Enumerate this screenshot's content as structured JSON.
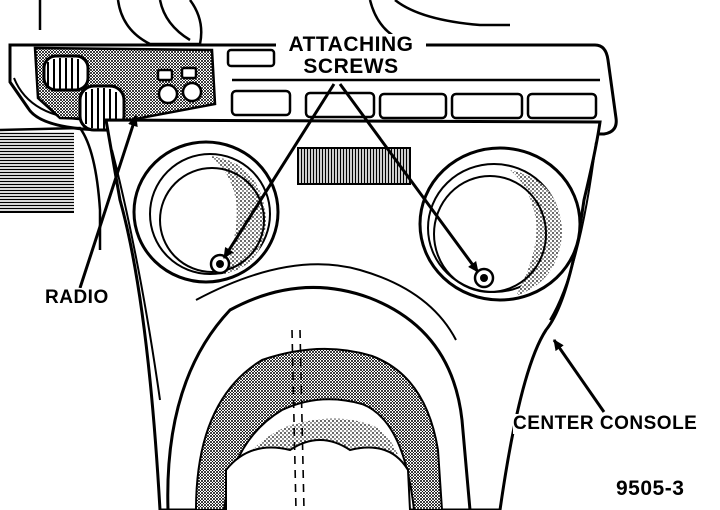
{
  "labels": {
    "attaching_screws_line1": "ATTACHING",
    "attaching_screws_line2": "SCREWS",
    "radio": "RADIO",
    "center_console": "CENTER CONSOLE",
    "figure_number": "9505-3"
  }
}
